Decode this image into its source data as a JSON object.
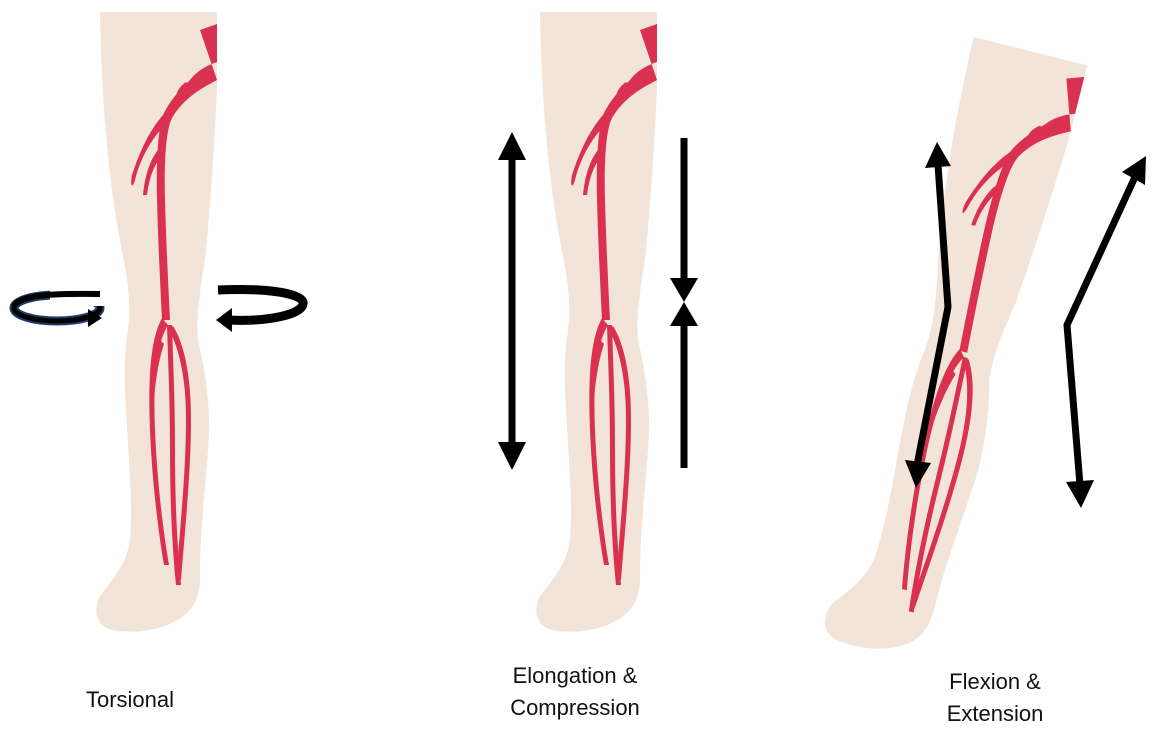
{
  "panels": [
    {
      "id": "torsional",
      "caption_lines": [
        "Torsional"
      ]
    },
    {
      "id": "elongation",
      "caption_lines": [
        "Elongation &",
        "Compression"
      ]
    },
    {
      "id": "flexion",
      "caption_lines": [
        "Flexion &",
        "Extension"
      ]
    }
  ],
  "colors": {
    "skin": "#f2e4d9",
    "artery": "#d9314f",
    "arrow": "#000000",
    "torsion_outline": "#1f3d6b",
    "background": "#ffffff"
  }
}
